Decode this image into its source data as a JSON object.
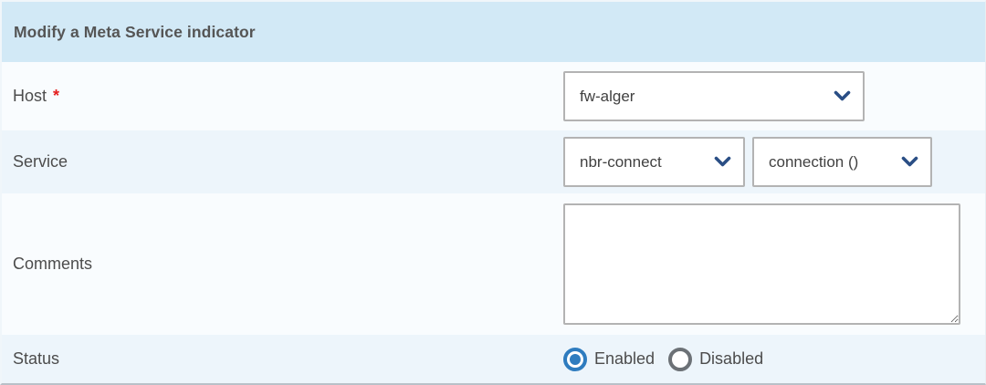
{
  "panel": {
    "title": "Modify a Meta Service indicator"
  },
  "colors": {
    "header_bg": "#d2e9f6",
    "row_light_bg": "#f9fcfe",
    "row_shaded_bg": "#edf5fb",
    "accent_blue": "#2e7cbf",
    "chevron_blue": "#2a4e85",
    "required_red": "#e41e1e",
    "border_gray": "#b3b3b3",
    "bottom_border": "#b9c0c8"
  },
  "fields": {
    "host": {
      "label": "Host",
      "required_marker": "*",
      "value": "fw-alger"
    },
    "service": {
      "label": "Service",
      "service_value": "nbr-connect",
      "metric_value": "connection ()"
    },
    "comments": {
      "label": "Comments",
      "value": ""
    },
    "status": {
      "label": "Status",
      "options": [
        {
          "label": "Enabled",
          "selected": true
        },
        {
          "label": "Disabled",
          "selected": false
        }
      ]
    }
  }
}
